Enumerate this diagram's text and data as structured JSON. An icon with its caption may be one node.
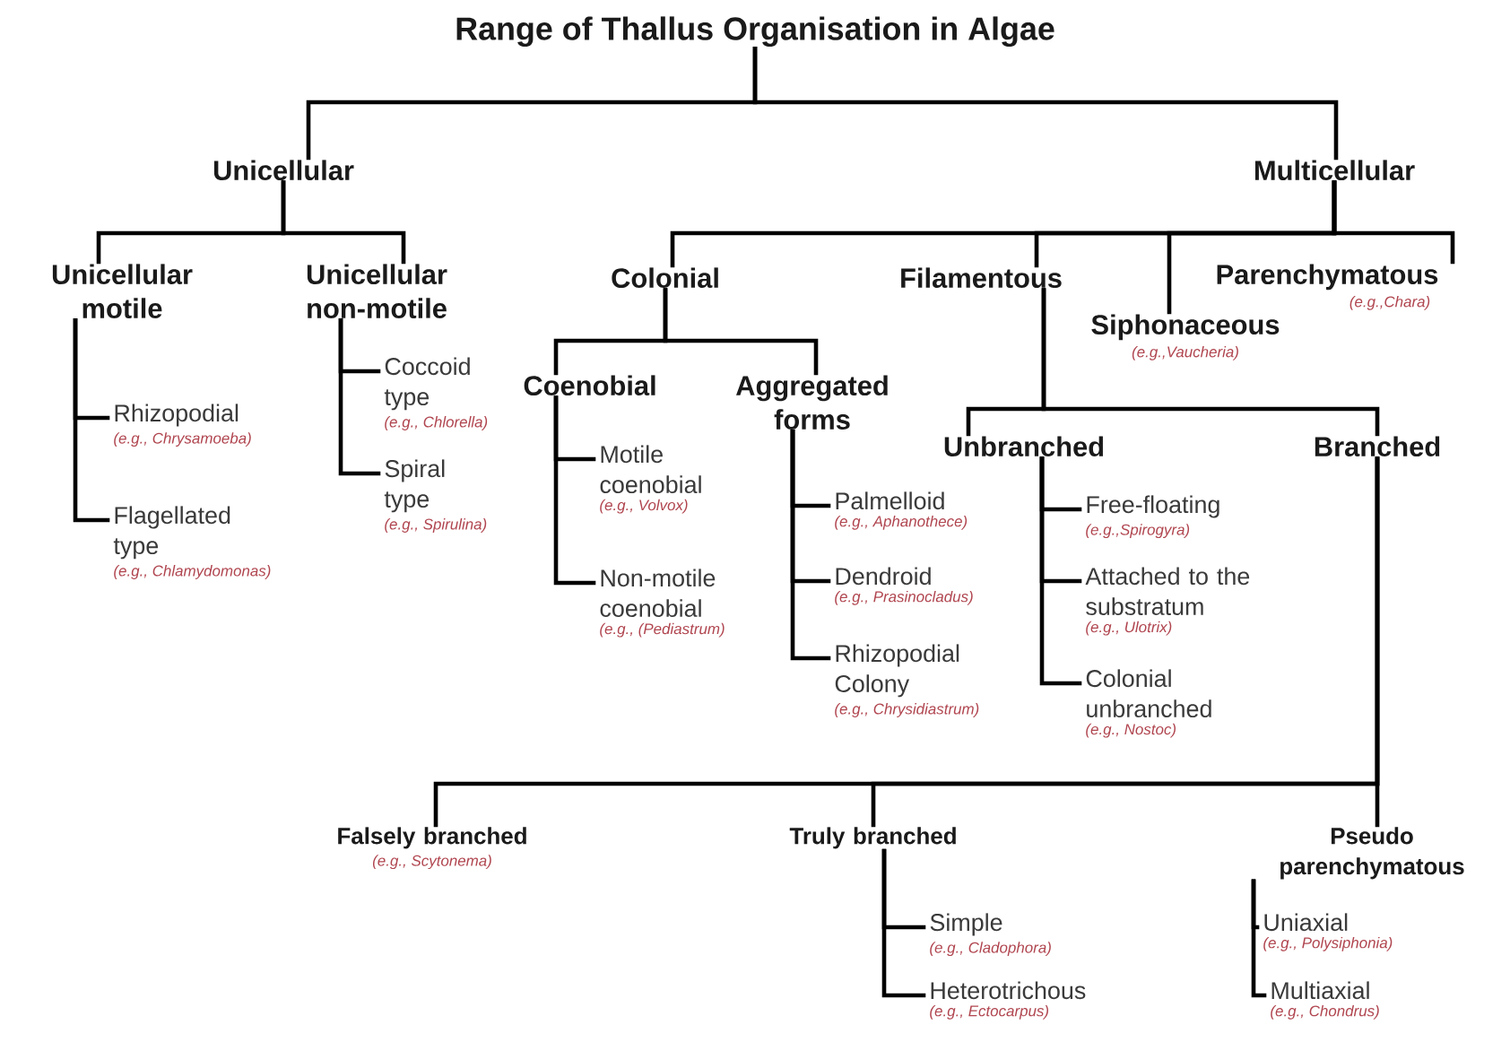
{
  "diagram": {
    "nodes": [
      {
        "text": [
          "Range of Thallus Organisation in Algae"
        ]
      },
      {
        "text": [
          "Unicellular"
        ]
      },
      {
        "text": [
          "Multicellular"
        ]
      },
      {
        "text": [
          "Unicellular motile"
        ]
      },
      {
        "text": [
          "Unicellular non-motile"
        ]
      },
      {
        "text": [
          "Rhizopodial"
        ],
        "beside": [
          "(e.g., Chrysamoeba)"
        ]
      },
      {
        "text": [
          "Flagellated type"
        ],
        "beside": [
          "(e.g., Chlamydomonas)"
        ]
      },
      {
        "text": [
          "Coccoid type"
        ],
        "beside": [
          "(e.g., Chlorella)"
        ]
      },
      {
        "text": [
          "Spiral type"
        ],
        "beside": [
          "(e.g., Spirulina)"
        ]
      },
      {
        "text": [
          "Colonial"
        ]
      },
      {
        "text": [
          "Filamentous"
        ]
      },
      {
        "text": [
          "Siphonaceous"
        ],
        "beside": [
          "(e.g.,Vaucheria)"
        ]
      },
      {
        "text": [
          "Parenchymatous"
        ],
        "beside": [
          "(e.g.,Chara)"
        ]
      },
      {
        "text": [
          "Coenobial"
        ]
      },
      {
        "text": [
          "Aggregated forms"
        ]
      },
      {
        "text": [
          "Motile coenobial"
        ],
        "beside": [
          "(e.g., Volvox)"
        ]
      },
      {
        "text": [
          "Non-motile coenobial"
        ],
        "beside": [
          "(e.g., (Pediastrum)"
        ]
      },
      {
        "text": [
          "Palmelloid"
        ],
        "beside": [
          "(e.g., Aphanothece)"
        ]
      },
      {
        "text": [
          "Dendroid"
        ],
        "beside": [
          "(e.g., Prasinocladus)"
        ]
      },
      {
        "text": [
          "Rhizopodial Colony"
        ],
        "beside": [
          "(e.g., Chrysidiastrum)"
        ]
      },
      {
        "text": [
          "Unbranched"
        ]
      },
      {
        "text": [
          "Branched"
        ]
      },
      {
        "text": [
          "Free-floating"
        ],
        "beside": [
          "(e.g.,Spirogyra)"
        ]
      },
      {
        "text": [
          "Attached to the substratum"
        ],
        "beside": [
          "(e.g., Ulotrix)"
        ]
      },
      {
        "text": [
          "Colonial unbranched"
        ],
        "beside": [
          "(e.g., Nostoc)"
        ]
      },
      {
        "text": [
          "Falsely branched"
        ],
        "beside": [
          "(e.g., Scytonema)"
        ]
      },
      {
        "text": [
          "Truly branched"
        ]
      },
      {
        "text": [
          "Pseudo parenchymatous"
        ]
      },
      {
        "text": [
          "Simple"
        ],
        "beside": [
          "(e.g., Cladophora)"
        ]
      },
      {
        "text": [
          "Heterotrichous"
        ],
        "beside": [
          "(e.g., Ectocarpus)"
        ]
      },
      {
        "text": [
          "Uniaxial"
        ],
        "beside": [
          "(e.g., Polysiphonia)"
        ]
      },
      {
        "text": [
          "Multiaxial"
        ],
        "beside": [
          "(e.g., Chondrus)"
        ]
      }
    ],
    "edges": [
      {
        "from": 0,
        "to": 1,
        "arrow": "none"
      },
      {
        "from": 0,
        "to": 2,
        "arrow": "none"
      },
      {
        "from": 1,
        "to": 3,
        "arrow": "none"
      },
      {
        "from": 1,
        "to": 4,
        "arrow": "none"
      },
      {
        "from": 3,
        "to": 5,
        "arrow": "none"
      },
      {
        "from": 3,
        "to": 6,
        "arrow": "none"
      },
      {
        "from": 4,
        "to": 7,
        "arrow": "none"
      },
      {
        "from": 4,
        "to": 8,
        "arrow": "none"
      },
      {
        "from": 2,
        "to": 9,
        "arrow": "none"
      },
      {
        "from": 2,
        "to": 10,
        "arrow": "none"
      },
      {
        "from": 2,
        "to": 11,
        "arrow": "none"
      },
      {
        "from": 2,
        "to": 12,
        "arrow": "none"
      },
      {
        "from": 9,
        "to": 13,
        "arrow": "none"
      },
      {
        "from": 9,
        "to": 14,
        "arrow": "none"
      },
      {
        "from": 13,
        "to": 15,
        "arrow": "none"
      },
      {
        "from": 13,
        "to": 16,
        "arrow": "none"
      },
      {
        "from": 14,
        "to": 17,
        "arrow": "none"
      },
      {
        "from": 14,
        "to": 18,
        "arrow": "none"
      },
      {
        "from": 14,
        "to": 19,
        "arrow": "none"
      },
      {
        "from": 10,
        "to": 20,
        "arrow": "none"
      },
      {
        "from": 10,
        "to": 21,
        "arrow": "none"
      },
      {
        "from": 20,
        "to": 22,
        "arrow": "none"
      },
      {
        "from": 20,
        "to": 23,
        "arrow": "none"
      },
      {
        "from": 20,
        "to": 24,
        "arrow": "none"
      },
      {
        "from": 21,
        "to": 25,
        "arrow": "none"
      },
      {
        "from": 21,
        "to": 26,
        "arrow": "none"
      },
      {
        "from": 21,
        "to": 27,
        "arrow": "none"
      },
      {
        "from": 26,
        "to": 28,
        "arrow": "none"
      },
      {
        "from": 26,
        "to": 29,
        "arrow": "none"
      },
      {
        "from": 27,
        "to": 30,
        "arrow": "none"
      },
      {
        "from": 27,
        "to": 31,
        "arrow": "none"
      }
    ]
  }
}
